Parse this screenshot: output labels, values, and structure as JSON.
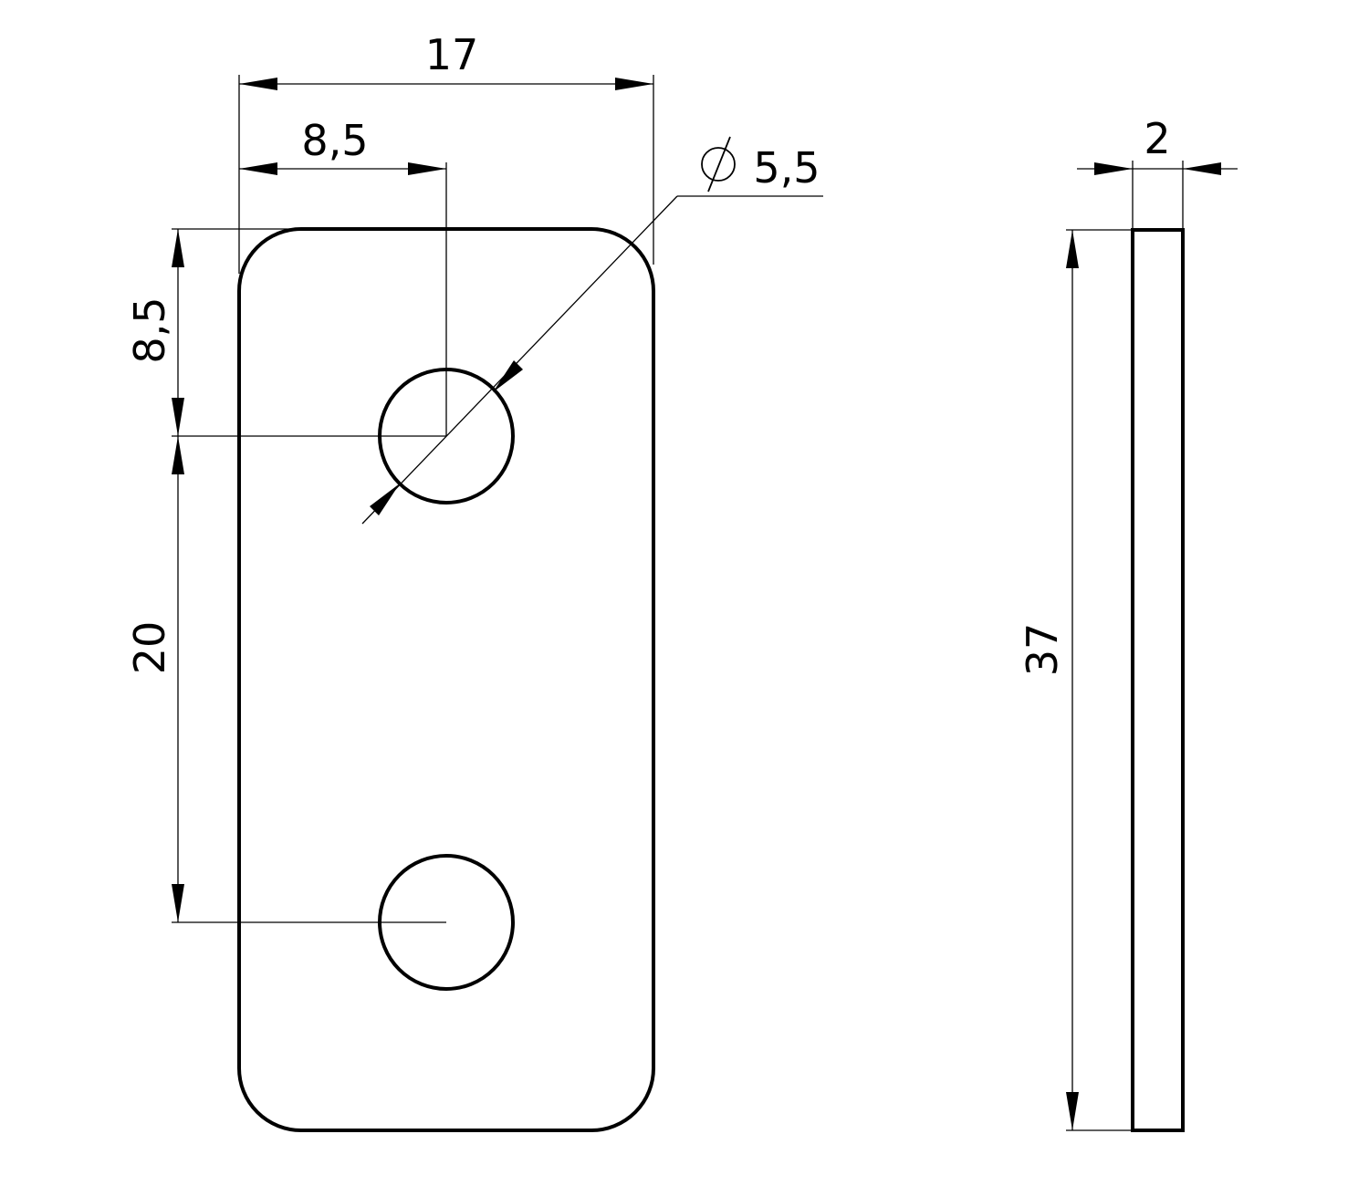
{
  "dimensions": {
    "overall_width": "17",
    "hole_offset_x": "8,5",
    "hole_diameter": "5,5",
    "hole_offset_y": "8,5",
    "hole_spacing": "20",
    "thickness": "2",
    "overall_length": "37"
  },
  "symbols": {
    "diameter": "diameter-symbol"
  }
}
